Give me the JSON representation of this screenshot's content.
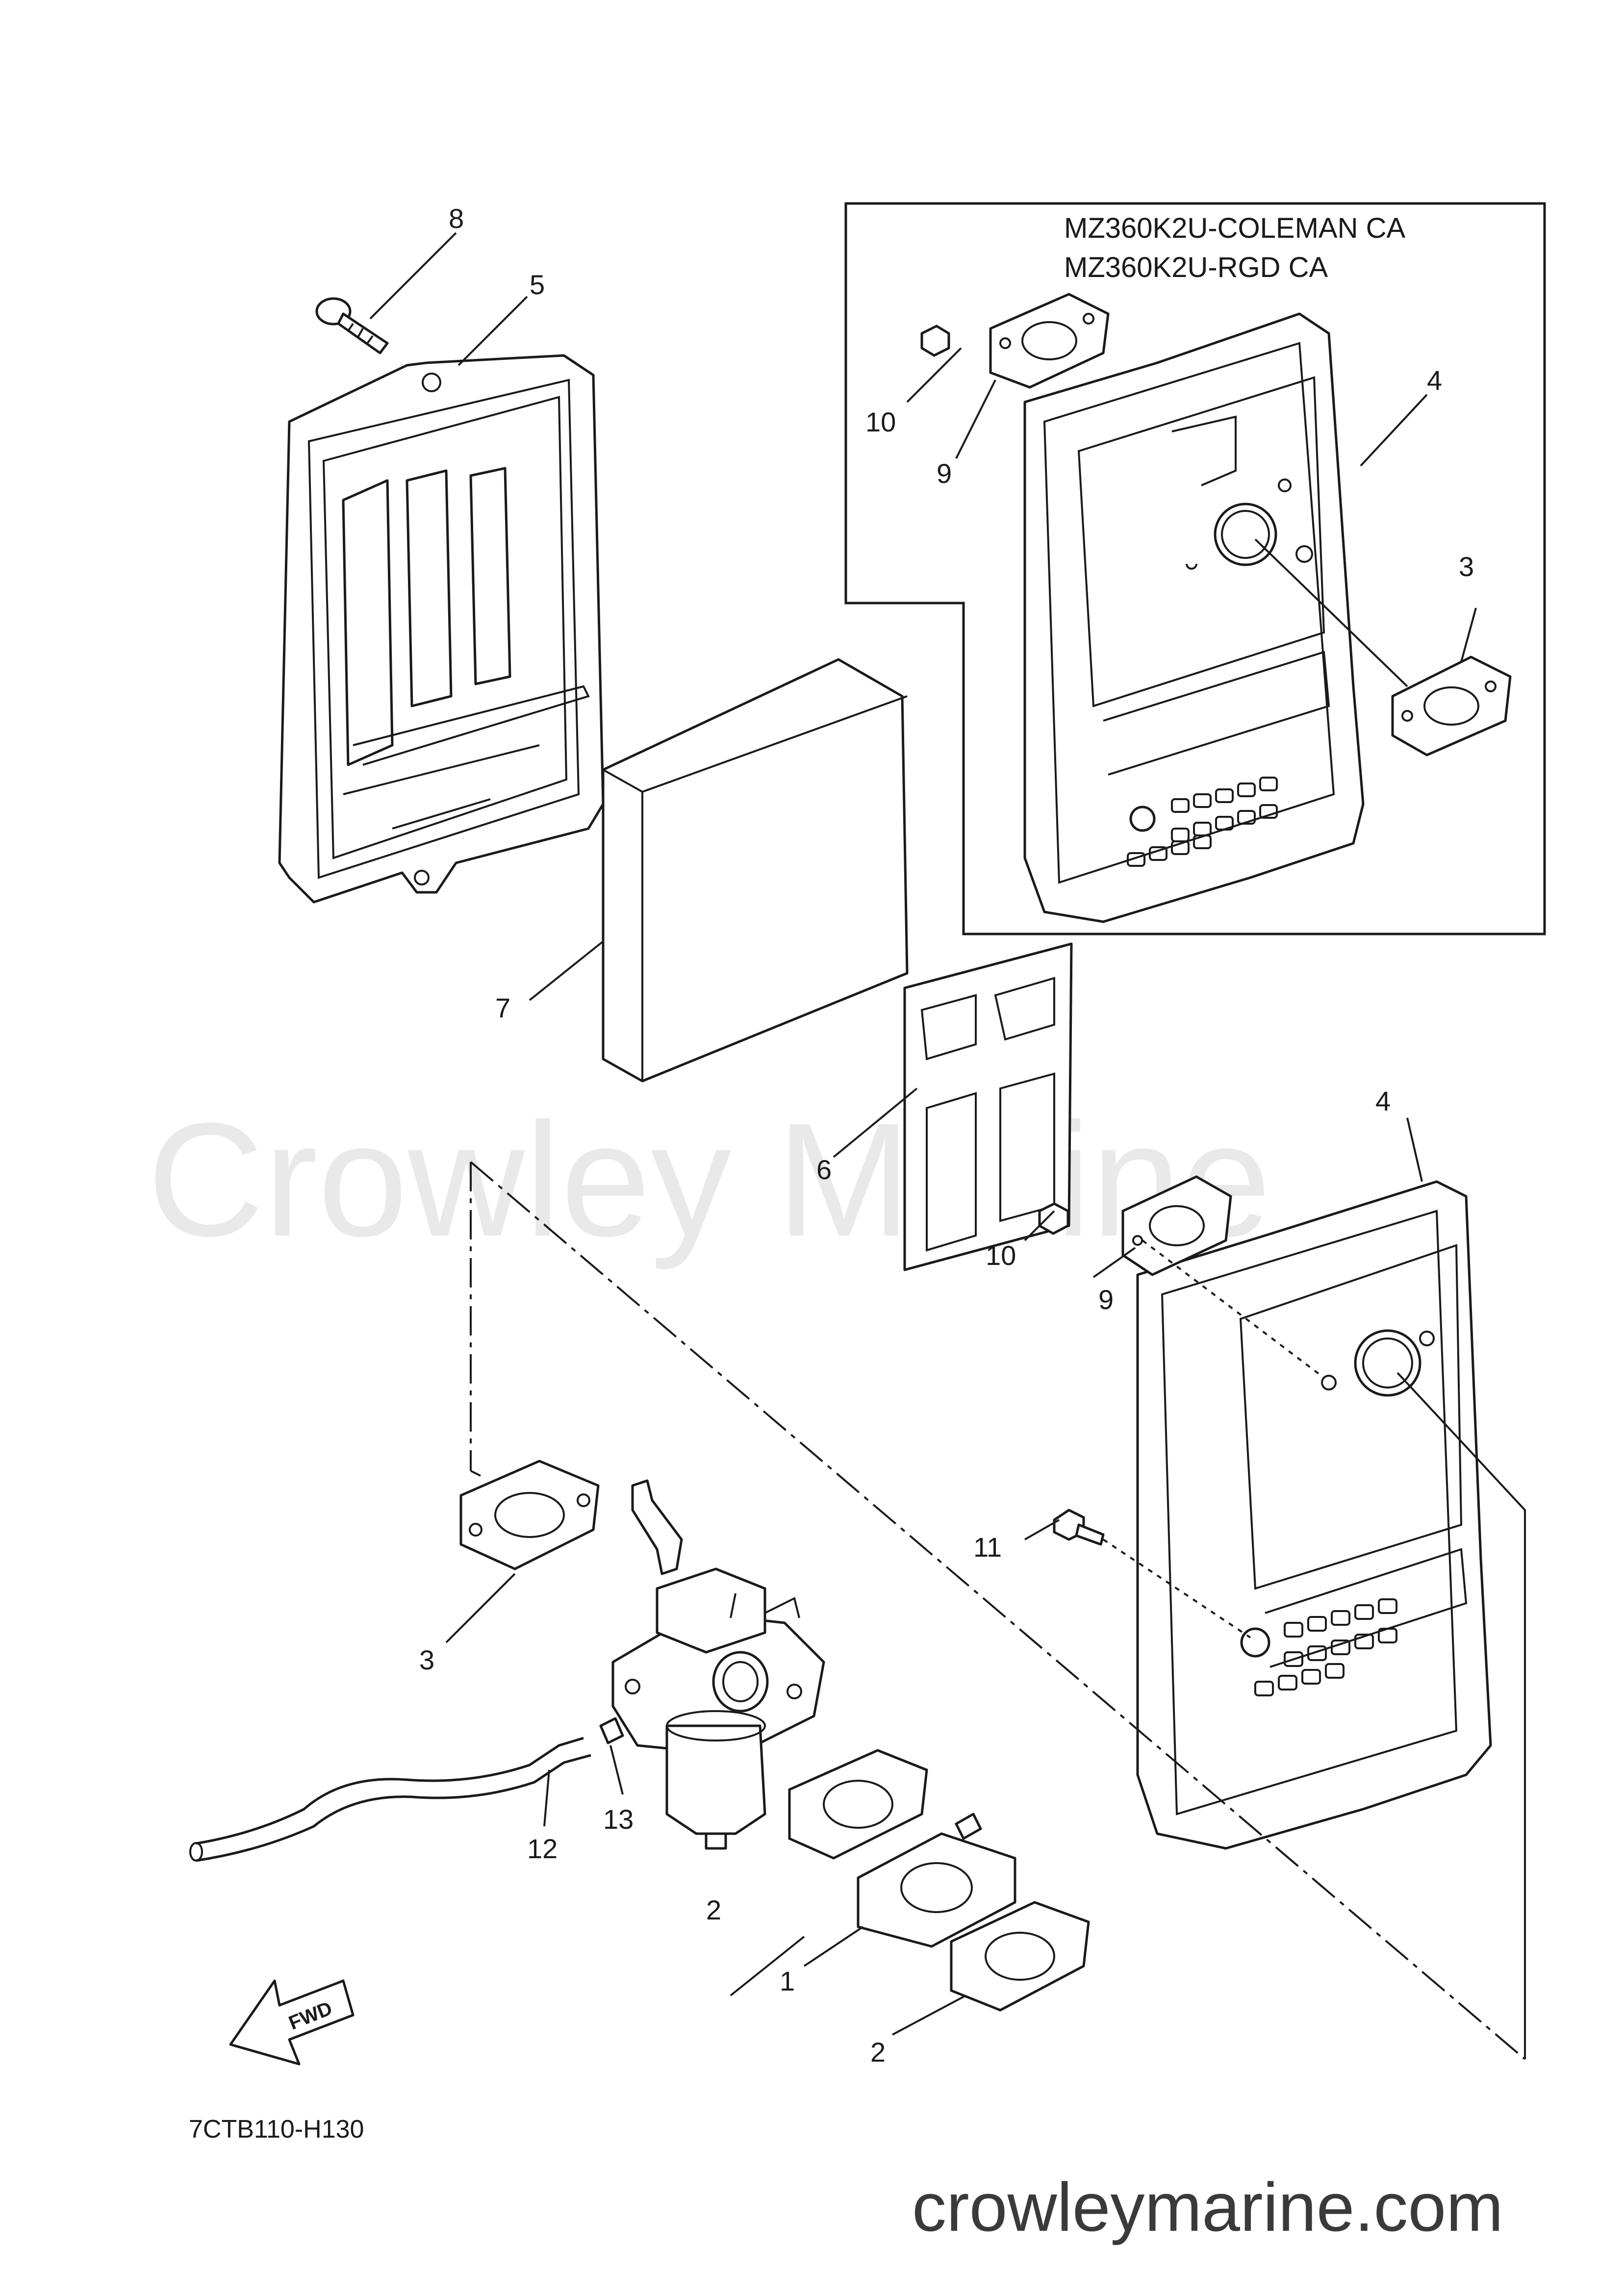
{
  "diagram": {
    "variant_labels": [
      "MZ360K2U-COLEMAN CA",
      "MZ360K2U-RGD CA"
    ],
    "drawing_code": "7CTB110-H130",
    "forward_marker": "FWD",
    "watermark": "Crowley Marine",
    "site_url": "crowleymarine.com",
    "callouts": {
      "c1": "1",
      "c2a": "2",
      "c2b": "2",
      "c3a": "3",
      "c3b": "3",
      "c4a": "4",
      "c4b": "4",
      "c5": "5",
      "c6": "6",
      "c7": "7",
      "c8": "8",
      "c9a": "9",
      "c9b": "9",
      "c10a": "10",
      "c10b": "10",
      "c11": "11",
      "c12": "12",
      "c13": "13"
    }
  }
}
